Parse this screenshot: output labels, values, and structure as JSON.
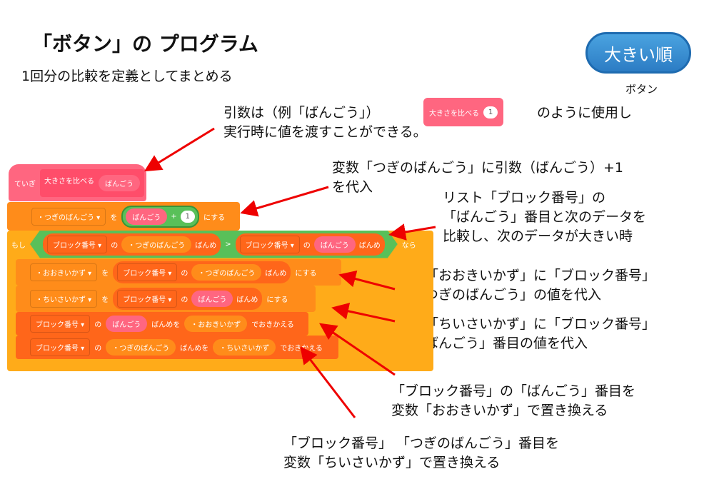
{
  "title": "「ボタン」の プログラム",
  "subtitle": "1回分の比較を定義としてまとめる",
  "button": {
    "label": "大きい順",
    "caption": "ボタン",
    "color": "#2c7cc4"
  },
  "notes": {
    "n1a": "引数は（例「ばんごう」）",
    "n1b": "のように使用し",
    "n1c": "実行時に値を渡すことができる。",
    "n1block": "大きさを比べる",
    "n1arg": "1",
    "n2a": "変数「つぎのばんごう」に引数（ばんごう）+1",
    "n2b": "を代入",
    "n3a": "リスト「ブロック番号」の",
    "n3b": "「ばんごう」番目と次のデータを",
    "n3c": "比較し、次のデータが大きい時",
    "n4a": "変数「おおきいかず」に「ブロック番号」",
    "n4b": "の「つぎのばんごう」の値を代入",
    "n5a": "変数「ちいさいかず」に「ブロック番号」",
    "n5b": "の「ばんごう」番目の値を代入",
    "n6a": "「ブロック番号」の「ばんごう」番目を",
    "n6b": "変数「おおきいかず」で置き換える",
    "n7a": "「ブロック番号」 「つぎのばんごう」番目を",
    "n7b": "変数「ちいさいかず」で置き換える"
  },
  "blocks": {
    "define": "ていぎ",
    "fname": "大きさを比べる",
    "param": "ばんごう",
    "nextvar": "・つぎのばんごう ▾",
    "wo": "を",
    "plus": "+",
    "one": "1",
    "nisuru": "にする",
    "if": "もし",
    "list": "ブロック番号 ▾",
    "no": "の",
    "nextnum": "・つぎのばんごう",
    "banme": "ばんめ",
    "gt": ">",
    "nara": "なら",
    "bigvar": "・おおきいかず ▾",
    "smallvar": "・ちいさいかず ▾",
    "banmewo": "ばんめを",
    "big": "・おおきいかず",
    "small": "・ちいさいかず",
    "replace": "でおきかえる"
  }
}
